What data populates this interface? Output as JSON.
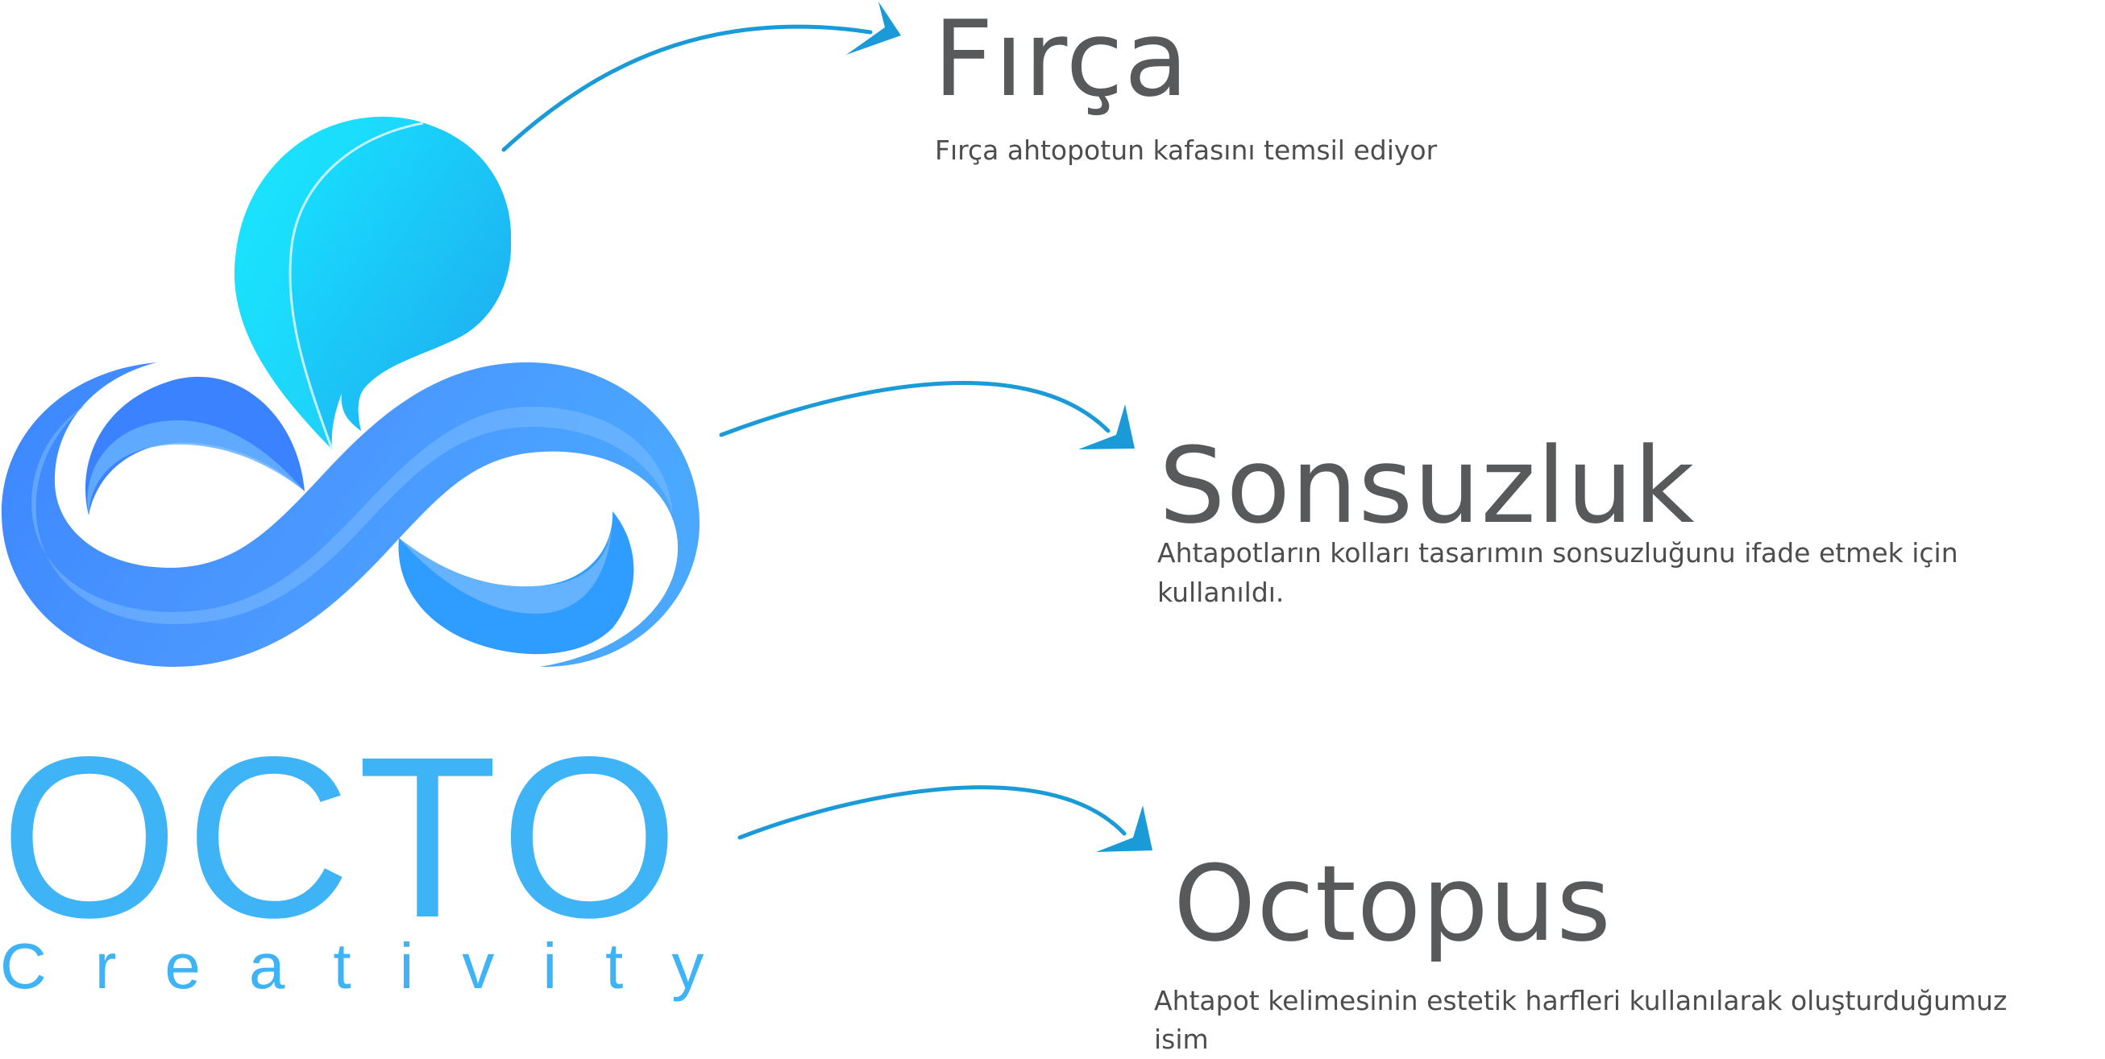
{
  "logo": {
    "wordmark": "OCTO",
    "tagline": "Creativity",
    "icon": "octopus-infinity-logo",
    "colors": {
      "head_light": "#17e0ff",
      "head_dark": "#1ea6ee",
      "infinity_light": "#55a6ff",
      "infinity_dark": "#2f7bff",
      "text": "#3eb4f6"
    }
  },
  "arrow_color": "#1a9ad6",
  "sections": [
    {
      "title": "Fırça",
      "lines": [
        "Fırça ahtopotun kafasını temsil ediyor"
      ]
    },
    {
      "title": "Sonsuzluk",
      "lines": [
        "Ahtapotların kolları tasarımın sonsuzluğunu ifade etmek için",
        "kullanıldı."
      ]
    },
    {
      "title": "Octopus",
      "lines": [
        "Ahtapot kelimesinin estetik harfleri kullanılarak oluşturduğumuz",
        "isim"
      ]
    }
  ]
}
